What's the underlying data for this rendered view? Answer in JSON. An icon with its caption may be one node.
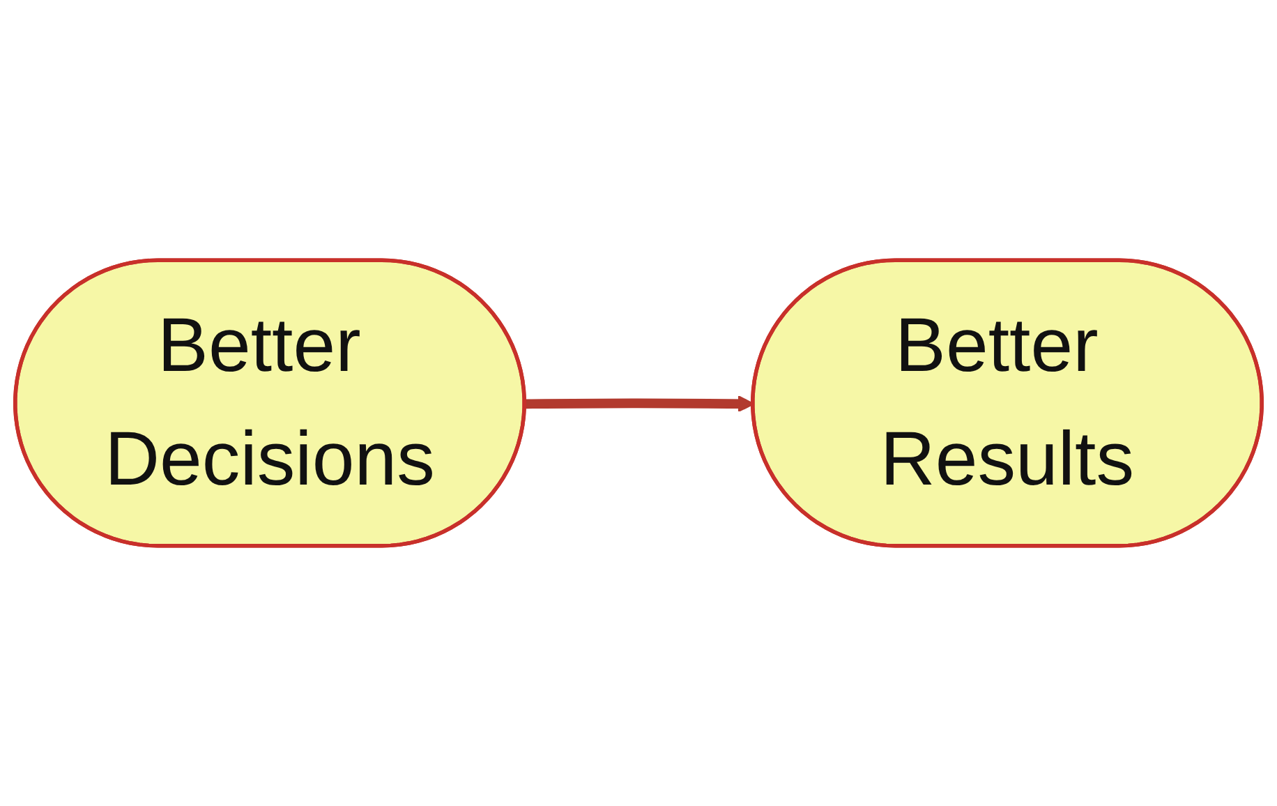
{
  "diagram": {
    "nodes": [
      {
        "text": [
          "Better Results"
        ]
      },
      {
        "text": [
          "Better Decisions"
        ]
      }
    ],
    "edges": [
      {
        "from": 1,
        "to": 0,
        "arrow": "to",
        "color": "#b23a2e"
      }
    ]
  }
}
